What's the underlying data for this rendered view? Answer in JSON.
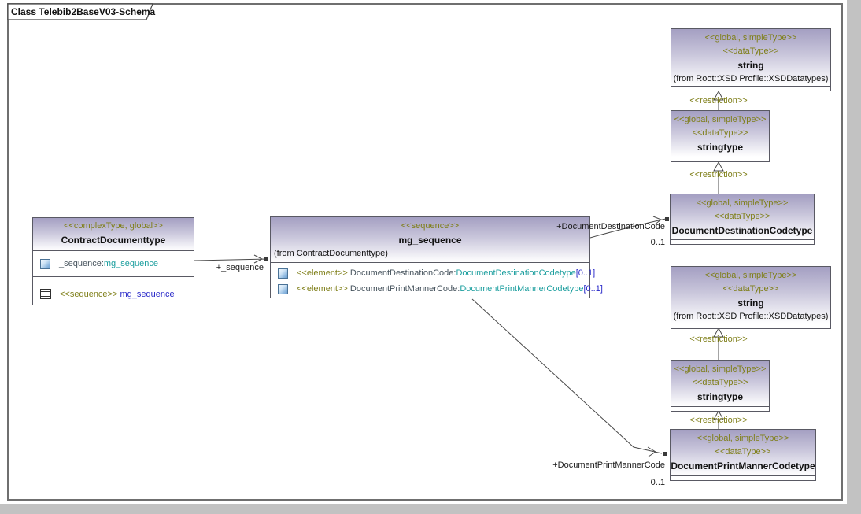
{
  "frame": {
    "title": "Class Telebib2BaseV03-Schema"
  },
  "colors": {
    "stereotype_olive": "#7f7f19",
    "type_teal": "#1b9e9e",
    "multiplicity_blue": "#2828c8",
    "header_gradient_top": "#a49fc2",
    "box_border": "#595963",
    "workspace_gray": "#c2c2c2"
  },
  "boxes": {
    "contract": {
      "stereotype": "<<complexType, global>>",
      "name": "ContractDocumenttype",
      "attr": {
        "name": "_sequence:",
        "type": "mg_sequence"
      },
      "op": {
        "stereotype": "<<sequence>>",
        "name": "mg_sequence"
      }
    },
    "mgseq": {
      "stereotype": "<<sequence>>",
      "name": "mg_sequence",
      "from": "(from ContractDocumenttype)",
      "rows": [
        {
          "stereotype": "<<element>>",
          "name": "DocumentDestinationCode:",
          "type": "DocumentDestinationCodetype",
          "mult": "[0..1]"
        },
        {
          "stereotype": "<<element>>",
          "name": "DocumentPrintMannerCode:",
          "type": "DocumentPrintMannerCodetype",
          "mult": "[0..1]"
        }
      ]
    },
    "string1": {
      "stereotype1": "<<global, simpleType>>",
      "stereotype2": "<<dataType>>",
      "name": "string",
      "from": "(from Root::XSD Profile::XSDDatatypes)"
    },
    "stringtype1": {
      "stereotype1": "<<global, simpleType>>",
      "stereotype2": "<<dataType>>",
      "name": "stringtype"
    },
    "docdest": {
      "stereotype1": "<<global, simpleType>>",
      "stereotype2": "<<dataType>>",
      "name": "DocumentDestinationCodetype"
    },
    "string2": {
      "stereotype1": "<<global, simpleType>>",
      "stereotype2": "<<dataType>>",
      "name": "string",
      "from": "(from Root::XSD Profile::XSDDatatypes)"
    },
    "stringtype2": {
      "stereotype1": "<<global, simpleType>>",
      "stereotype2": "<<dataType>>",
      "name": "stringtype"
    },
    "docprint": {
      "stereotype1": "<<global, simpleType>>",
      "stereotype2": "<<dataType>>",
      "name": "DocumentPrintMannerCodetype"
    }
  },
  "connectors": {
    "seq": {
      "label": "+_sequence"
    },
    "dest": {
      "label": "+DocumentDestinationCode",
      "mult": "0..1"
    },
    "print": {
      "label": "+DocumentPrintMannerCode",
      "mult": "0..1"
    },
    "restrictions": [
      "<<restriction>>",
      "<<restriction>>",
      "<<restriction>>",
      "<<restriction>>"
    ]
  }
}
